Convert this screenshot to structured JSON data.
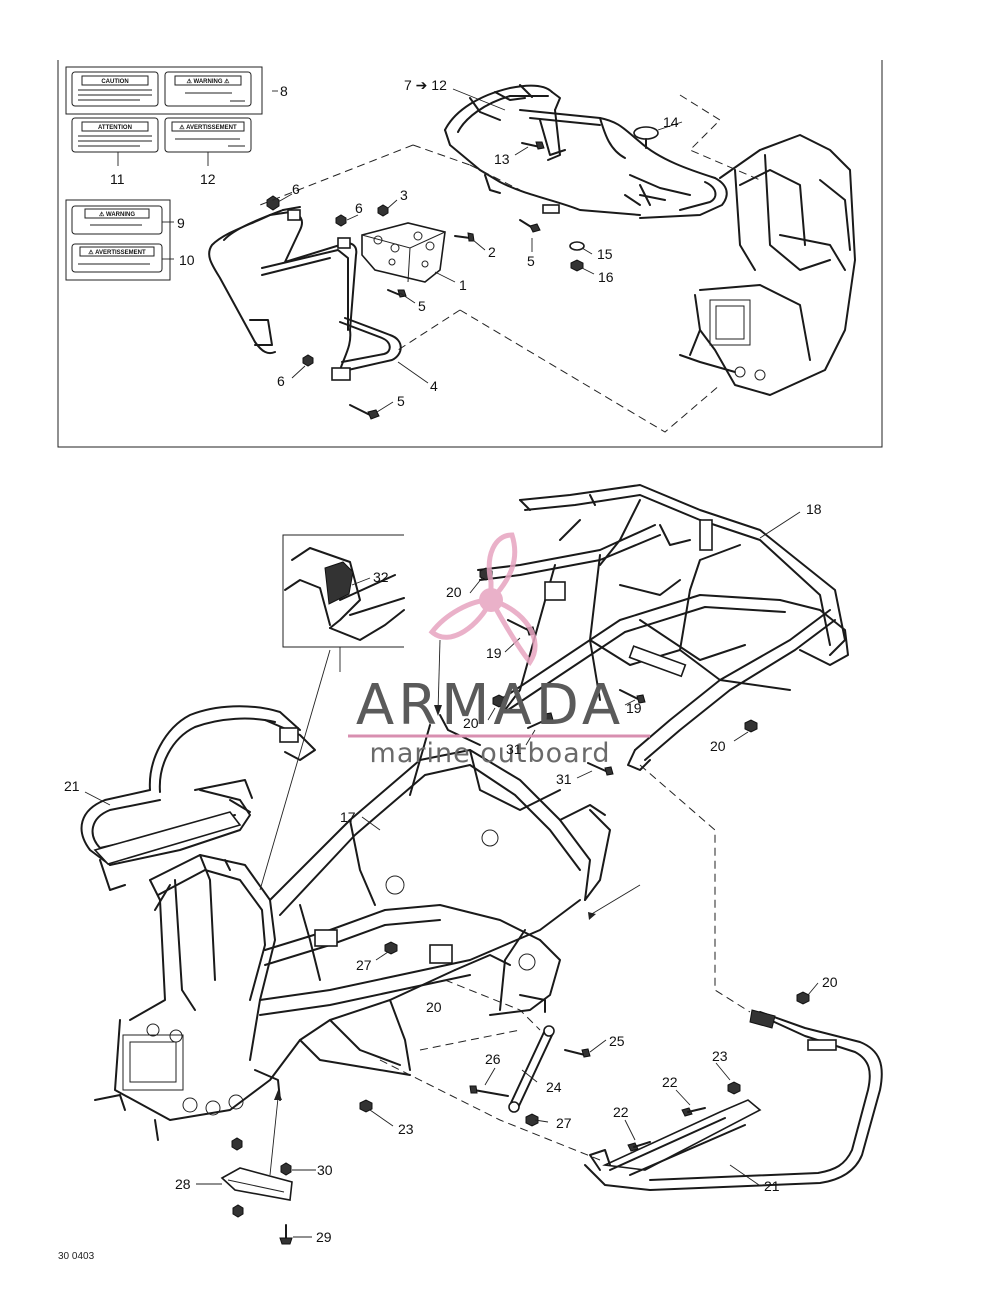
{
  "diagram_id": "30 0403",
  "watermark": {
    "brand": "ARMADA",
    "tagline": "marine outboard"
  },
  "decals": [
    {
      "id": "8-left",
      "heading": "CAUTION"
    },
    {
      "id": "8-right",
      "heading": "⚠ WARNING ⚠"
    },
    {
      "id": "11",
      "heading": "ATTENTION"
    },
    {
      "id": "12",
      "heading": "⚠ AVERTISSEMENT"
    },
    {
      "id": "9",
      "heading": "⚠ WARNING"
    },
    {
      "id": "10",
      "heading": "⚠ AVERTISSEMENT"
    }
  ],
  "callouts": {
    "c1": "1",
    "c2": "2",
    "c3": "3",
    "c4": "4",
    "c5a": "5",
    "c5b": "5",
    "c5c": "5",
    "c6a": "6",
    "c6b": "6",
    "c6c": "6",
    "c7_12": "7 ➔ 12",
    "c8": "8",
    "c9": "9",
    "c10": "10",
    "c11": "11",
    "c12": "12",
    "c13": "13",
    "c14": "14",
    "c15": "15",
    "c16": "16",
    "c17": "17",
    "c18": "18",
    "c19a": "19",
    "c19b": "19",
    "c20a": "20",
    "c20b": "20",
    "c20c": "20",
    "c20d": "20",
    "c20e": "20",
    "c21a": "21",
    "c21b": "21",
    "c22a": "22",
    "c22b": "22",
    "c23a": "23",
    "c23b": "23",
    "c24": "24",
    "c25": "25",
    "c26": "26",
    "c27a": "27",
    "c27b": "27",
    "c28": "28",
    "c29": "29",
    "c30": "30",
    "c31a": "31",
    "c31b": "31",
    "c32": "32"
  }
}
